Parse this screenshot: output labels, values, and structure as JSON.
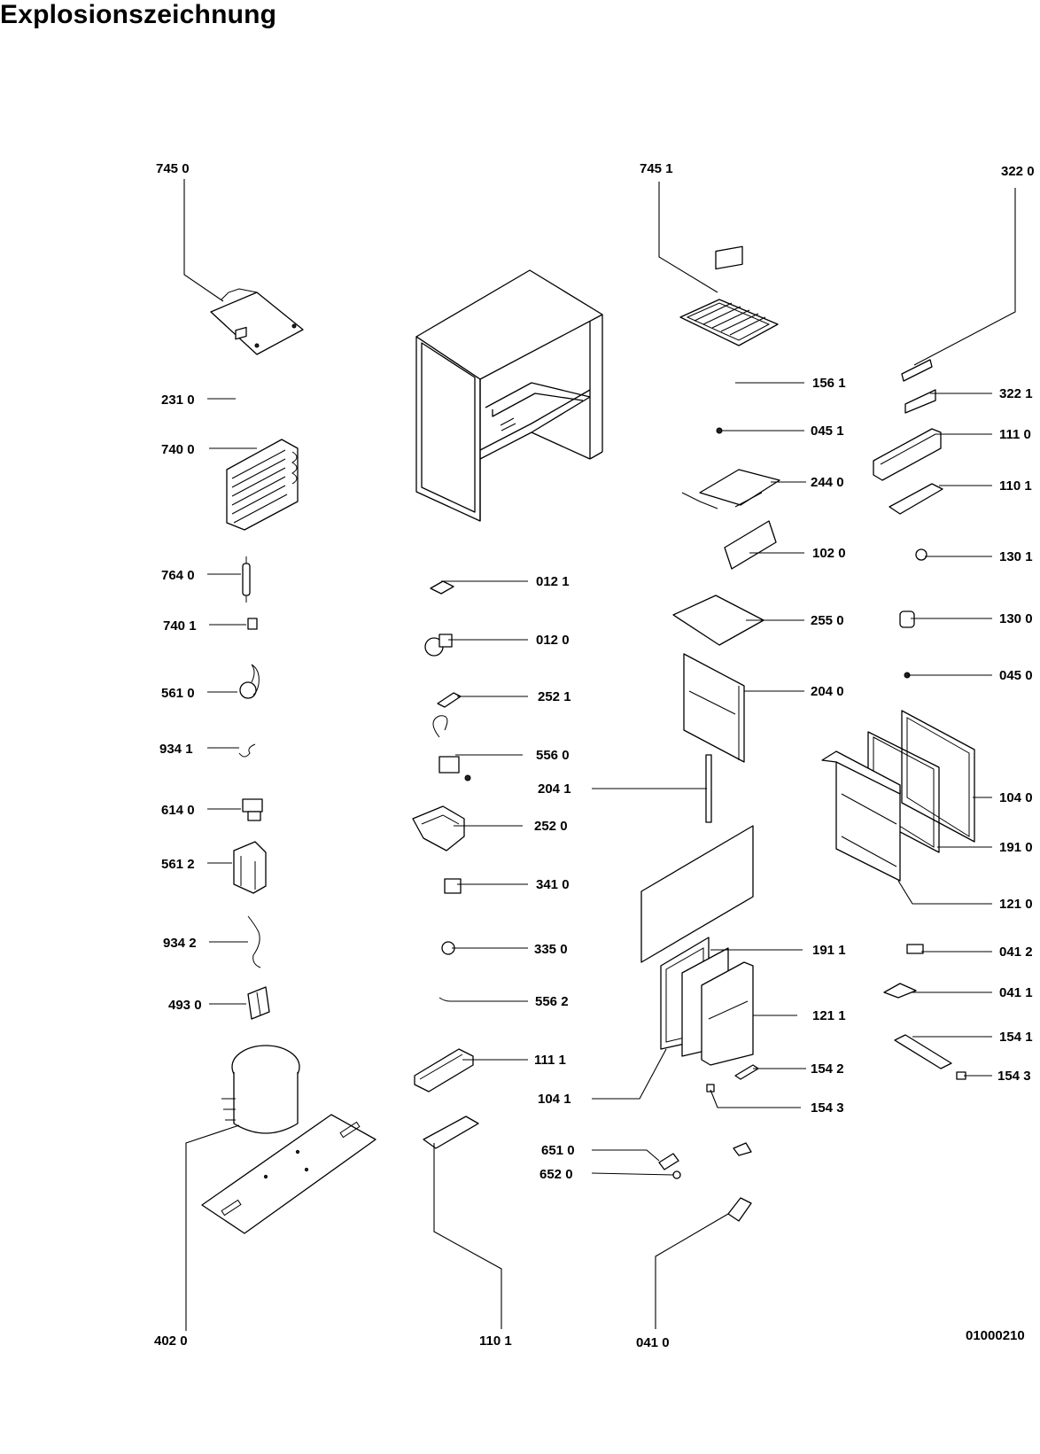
{
  "title": "Explosionszeichnung",
  "drawing_number": "01000210",
  "parts": [
    {
      "id": "745 0"
    },
    {
      "id": "745 1"
    },
    {
      "id": "322 0"
    },
    {
      "id": "231 0"
    },
    {
      "id": "740 0"
    },
    {
      "id": "764 0"
    },
    {
      "id": "740 1"
    },
    {
      "id": "561 0"
    },
    {
      "id": "934 1"
    },
    {
      "id": "614 0"
    },
    {
      "id": "561 2"
    },
    {
      "id": "934 2"
    },
    {
      "id": "493 0"
    },
    {
      "id": "402 0"
    },
    {
      "id": "012 1"
    },
    {
      "id": "012 0"
    },
    {
      "id": "252 1"
    },
    {
      "id": "556 0"
    },
    {
      "id": "204 1"
    },
    {
      "id": "252 0"
    },
    {
      "id": "341 0"
    },
    {
      "id": "335 0"
    },
    {
      "id": "556 2"
    },
    {
      "id": "111 1"
    },
    {
      "id": "104 1"
    },
    {
      "id": "651 0"
    },
    {
      "id": "652 0"
    },
    {
      "id": "110 1"
    },
    {
      "id": "041 0"
    },
    {
      "id": "156 1"
    },
    {
      "id": "045 1"
    },
    {
      "id": "244 0"
    },
    {
      "id": "102 0"
    },
    {
      "id": "255 0"
    },
    {
      "id": "204 0"
    },
    {
      "id": "191 1"
    },
    {
      "id": "121 1"
    },
    {
      "id": "154 2"
    },
    {
      "id": "154 3"
    },
    {
      "id": "322 1"
    },
    {
      "id": "111 0"
    },
    {
      "id": "110 1"
    },
    {
      "id": "130 1"
    },
    {
      "id": "130 0"
    },
    {
      "id": "045 0"
    },
    {
      "id": "104 0"
    },
    {
      "id": "191 0"
    },
    {
      "id": "121 0"
    },
    {
      "id": "041 2"
    },
    {
      "id": "041 1"
    },
    {
      "id": "154 1"
    },
    {
      "id": "154 3"
    }
  ]
}
